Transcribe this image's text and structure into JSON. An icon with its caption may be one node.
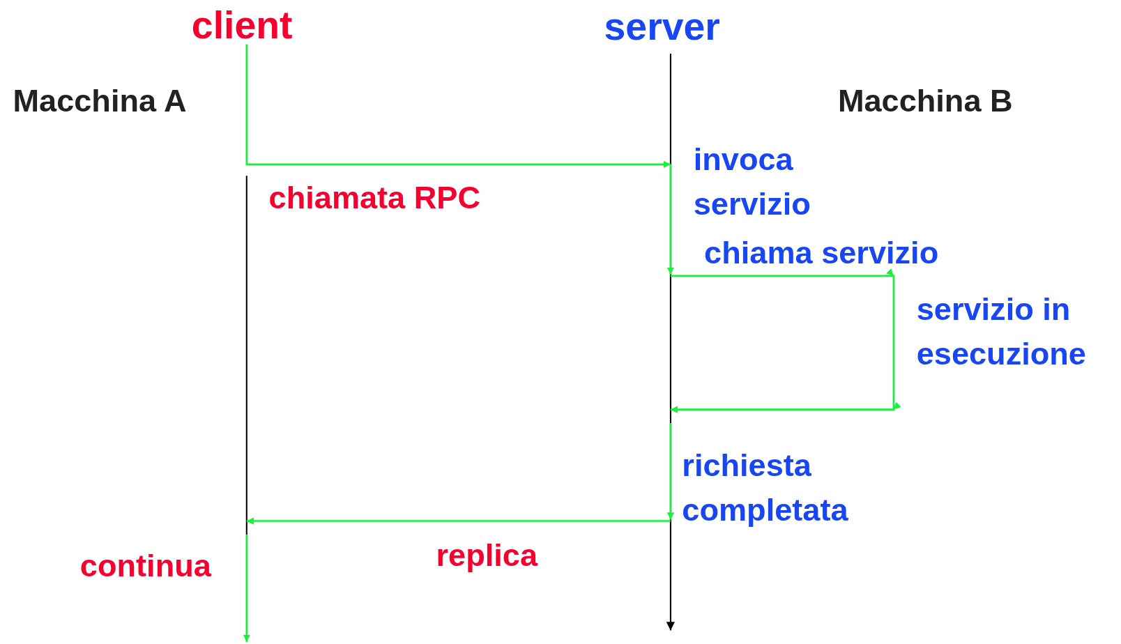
{
  "diagram": {
    "nodes": [
      {
        "text": [
          "client"
        ]
      },
      {
        "text": [
          "server"
        ]
      }
    ],
    "edges": [
      {
        "from": 0,
        "to": 1,
        "arrow": "to",
        "label": "chiamata RPC"
      },
      {
        "from": 1,
        "to": 0,
        "arrow": "to",
        "label": "replica"
      },
      {
        "from": 1,
        "to": 1,
        "arrow": "to"
      },
      {
        "from": 0,
        "to": null,
        "arrow": "to"
      }
    ],
    "labels": [
      "Macchina A",
      "Macchina B",
      "invoca servizio",
      "chiama servizio",
      "servizio in esecuzione",
      "richiesta completata",
      "continua"
    ]
  }
}
